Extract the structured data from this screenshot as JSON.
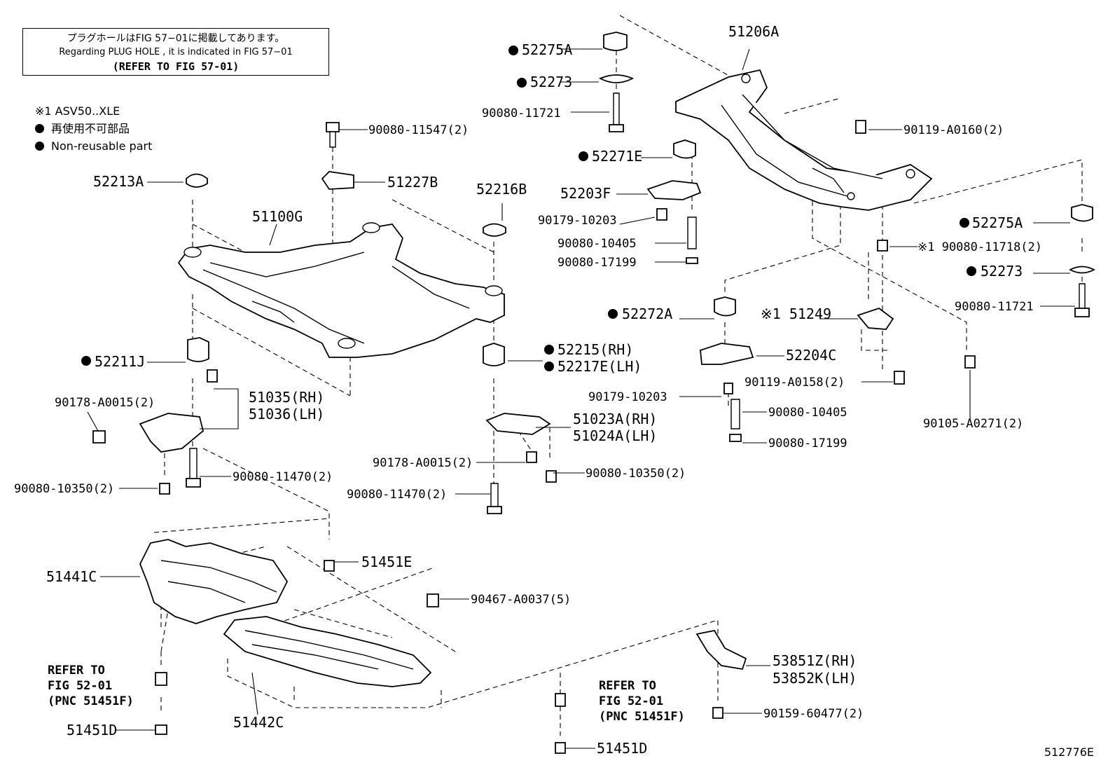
{
  "note": {
    "line1": "プラグホールはFIG 57−01に掲載してあります。",
    "line2": "Regarding PLUG HOLE , it is indicated in FIG 57−01",
    "line3": "(REFER TO FIG 57-01)"
  },
  "legend": {
    "mark1": "※1 ASV50..XLE",
    "nonreuse_jp": "再使用不可部品",
    "nonreuse_en": "Non-reusable part"
  },
  "labels": {
    "p52275A_top": "52275A",
    "p52273_top": "52273",
    "p90080_11721_top": "90080-11721",
    "p51206A": "51206A",
    "p90119_A0160": "90119-A0160(2)",
    "p52271E": "52271E",
    "p52203F": "52203F",
    "p90179_10203_top": "90179-10203",
    "p90080_10405_top": "90080-10405",
    "p90080_17199_top": "90080-17199",
    "p52275A_right": "52275A",
    "p90080_11718": "※1 90080-11718(2)",
    "p52273_right": "52273",
    "p90080_11721_right": "90080-11721",
    "p90080_11547": "90080-11547(2)",
    "p51227B": "51227B",
    "p52213A": "52213A",
    "p52216B": "52216B",
    "p51100G": "51100G",
    "p52272A": "52272A",
    "p51249": "※1 51249",
    "p52204C": "52204C",
    "p90119_A0158": "90119-A0158(2)",
    "p90179_10203_mid": "90179-10203",
    "p90080_10405_mid": "90080-10405",
    "p90080_17199_mid": "90080-17199",
    "p90105_A0271": "90105-A0271(2)",
    "p52211J": "52211J",
    "p52215": "52215(RH)",
    "p52217E": "52217E(LH)",
    "p90178_A0015_left": "90178-A0015(2)",
    "p51035": "51035(RH)",
    "p51036": "51036(LH)",
    "p51023A": "51023A(RH)",
    "p51024A": "51024A(LH)",
    "p90178_A0015_mid": "90178-A0015(2)",
    "p90080_10350_mid": "90080-10350(2)",
    "p90080_11470_left": "90080-11470(2)",
    "p90080_10350_left": "90080-10350(2)",
    "p90080_11470_mid": "90080-11470(2)",
    "p51451E": "51451E",
    "p51441C": "51441C",
    "p90467_A0037": "90467-A0037(5)",
    "p53851Z": "53851Z(RH)",
    "p53852K": "53852K(LH)",
    "p90159_60477": "90159-60477(2)",
    "p51442C": "51442C",
    "refer_left_1": "REFER TO",
    "refer_left_2": "FIG 52-01",
    "refer_left_3": "(PNC 51451F)",
    "refer_mid_1": "REFER TO",
    "refer_mid_2": "FIG 52-01",
    "refer_mid_3": "(PNC 51451F)",
    "p51451D_left": "51451D",
    "p51451D_bottom": "51451D"
  },
  "figure_id": "512776E"
}
